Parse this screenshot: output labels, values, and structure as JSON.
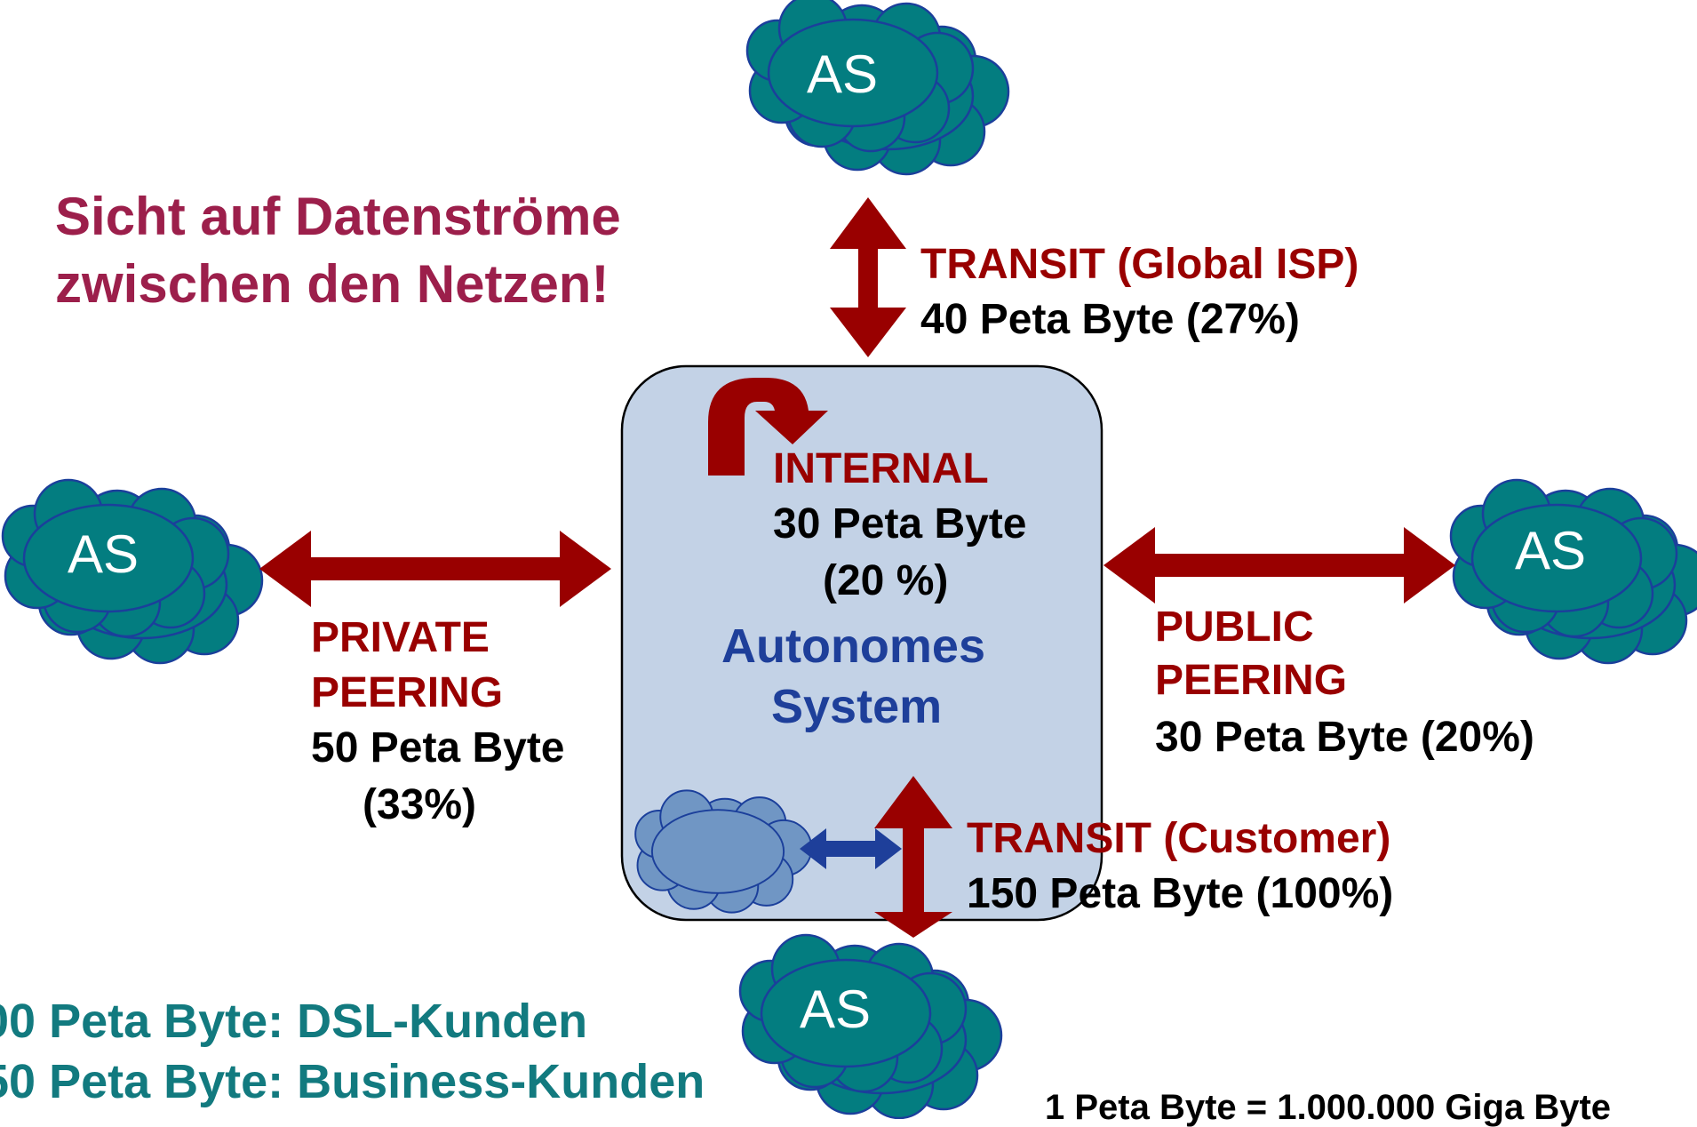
{
  "title": {
    "line1": "Sicht auf Datenströme",
    "line2": "zwischen den Netzen!"
  },
  "clouds": {
    "top": "AS",
    "left": "AS",
    "right": "AS",
    "bottom": "AS"
  },
  "center": {
    "label_line1": "Autonomes",
    "label_line2": "System"
  },
  "flows": {
    "transit_global": {
      "label": "TRANSIT (Global ISP)",
      "value": "40 Peta Byte (27%)"
    },
    "internal": {
      "label": "INTERNAL",
      "value_line1": "30 Peta Byte",
      "value_line2": "(20 %)"
    },
    "private_peering": {
      "label_line1": "PRIVATE",
      "label_line2": "PEERING",
      "value_line1": "50 Peta Byte",
      "value_line2": "(33%)"
    },
    "public_peering": {
      "label_line1": "PUBLIC",
      "label_line2": "PEERING",
      "value": "30 Peta Byte (20%)"
    },
    "transit_customer": {
      "label": "TRANSIT (Customer)",
      "value": "150 Peta Byte (100%)"
    }
  },
  "customers": {
    "line1": "00 Peta Byte: DSL-Kunden",
    "line2": "50 Peta Byte: Business-Kunden"
  },
  "footnote": "1 Peta Byte = 1.000.000 Giga Byte",
  "colors": {
    "cloud_fill": "#037d80",
    "cloud_stroke": "#1b3f9b",
    "arrow_red": "#990000",
    "arrow_blue": "#1e3f9a",
    "system_box": "#c3d2e6",
    "inner_cloud": "#7096c4",
    "title": "#9c1f4b",
    "customers_text": "#127a7f"
  }
}
